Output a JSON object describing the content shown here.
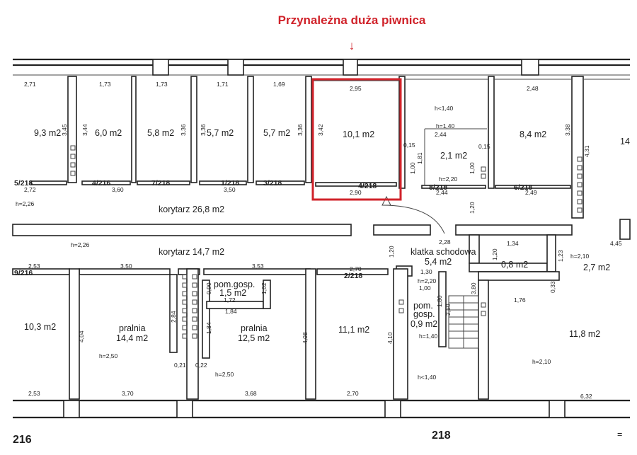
{
  "annotation": {
    "text": "Przynależna duża piwnica",
    "arrow": "↓",
    "color": "#d0222a"
  },
  "colors": {
    "line": "#222222",
    "highlight": "#d0222a"
  },
  "building_labels": {
    "left": "216",
    "right": "218",
    "symbol": "="
  },
  "corridors": {
    "upper": "korytarz  26,8 m2",
    "lower": "korytarz  14,7 m2"
  },
  "rooms_top": [
    {
      "area": "9,3 m2",
      "label": "5/218",
      "w_top": "2,71",
      "w_bottom": "2,72"
    },
    {
      "area": "6,0 m2",
      "label": "4/216",
      "w_top": "1,73"
    },
    {
      "area": "5,8 m2",
      "label": "7/218",
      "w_top": "1,73"
    },
    {
      "area": "5,7 m2",
      "label": "1/218",
      "w_top": "1,71"
    },
    {
      "area": "5,7 m2",
      "label": "3/218",
      "w_top": "1,69"
    },
    {
      "area": "10,1 m2",
      "label": "4/218",
      "w_top": "2,95",
      "w_bottom": "2,90",
      "h": "3,42"
    },
    {
      "area": "2,1 m2",
      "label": "8/218",
      "h_top": "h<1,40",
      "h_mid": "h=1,40",
      "h_low": "h=2,20",
      "w_top": "2,44",
      "w_bottom": "2,44"
    },
    {
      "area": "8,4 m2",
      "label": "6/218",
      "w_top": "2,48",
      "w_bottom": "2,49"
    }
  ],
  "top_dims": {
    "h_345": "3,45",
    "h_344": "3,44",
    "h_336a": "3,36",
    "h_336b": "3,36",
    "h_336c": "3,36",
    "w_360": "3,60",
    "w_350": "3,50",
    "h_338": "3,38",
    "h_431": "4,31",
    "d_015a": "0,15",
    "d_015b": "0,15",
    "d_181": "1,81",
    "d_100a": "1,00",
    "d_100b": "1,00",
    "d_120": "1,20",
    "edge_14": "14",
    "h_corr": "h=2,26"
  },
  "middle": {
    "h_corr2": "h=2,26",
    "stair": "klatka schodowa",
    "stair_area": "5,4 m2",
    "d_228": "2,28",
    "d_134": "1,34",
    "d_445": "4,45",
    "d_120b": "1,20",
    "d_120c": "1,20",
    "d_123": "1,23",
    "h_210a": "h=2,10",
    "small": "0,8 m2",
    "right": "2,7 m2"
  },
  "rooms_bottom": [
    {
      "area": "10,3 m2",
      "w_top": "2,53",
      "w_bottom": "2,53",
      "label": "9/216"
    },
    {
      "name": "pralnia",
      "area": "14,4 m2",
      "h": "h=2,50",
      "w_top": "3,50",
      "w_bottom": "3,70",
      "depth": "4,04"
    },
    {
      "name": "pom.gosp.",
      "area": "1,5 m2",
      "w": "1,72",
      "d1": "0,90",
      "d2": "1,02"
    },
    {
      "name": "pralnia",
      "area": "12,5 m2",
      "h": "h=2,50",
      "w_top": "3,53",
      "w_bottom": "3,68",
      "w_mid": "1,84",
      "d_left": "1,84",
      "depth": "4,08"
    },
    {
      "area": "11,1 m2",
      "label": "2/218",
      "w_top": "2,70",
      "w_bottom": "2,70",
      "depth": "4,10"
    },
    {
      "name": "pom.",
      "name2": "gosp.",
      "area": "0,9 m2",
      "d_130": "1,30",
      "h_220": "h=2,20",
      "d_100": "1,00",
      "d_180": "1,80",
      "d_250": "2,50",
      "h_140": "h=1,40",
      "h_lt": "h<1,40",
      "d_380": "3,80"
    },
    {
      "area": "11,8 m2",
      "h": "h=2,10",
      "w_top": "1,76",
      "w_bottom": "6,32",
      "d_033": "0,33"
    }
  ],
  "bottom_dims": {
    "d_284": "2,84",
    "d_021": "0,21",
    "d_022": "0,22",
    "h_250c": "h=2,50"
  }
}
